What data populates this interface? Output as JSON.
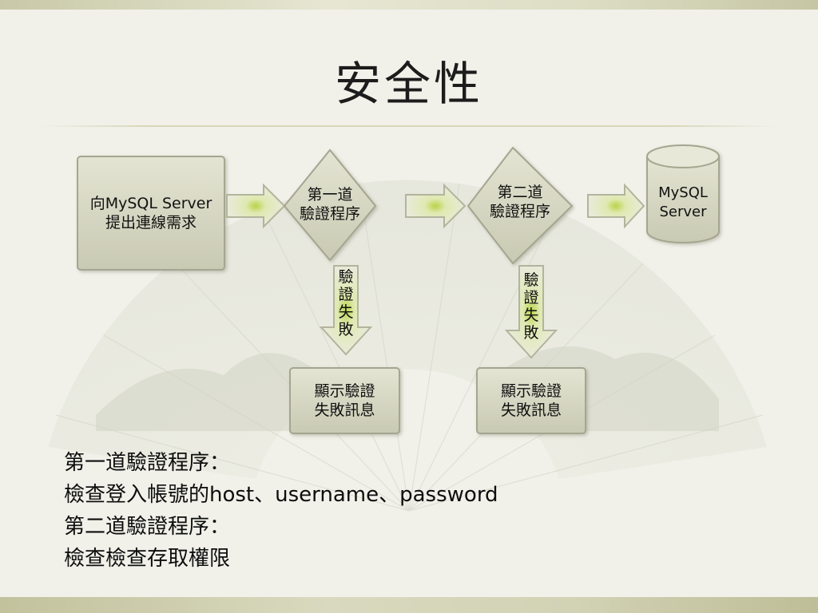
{
  "title": "安全性",
  "diagram": {
    "client_box": {
      "line1": "向MySQL Server",
      "line2": "提出連線需求"
    },
    "step1": {
      "line1": "第一道",
      "line2": "驗證程序"
    },
    "step2": {
      "line1": "第二道",
      "line2": "驗證程序"
    },
    "server": {
      "line1": "MySQL",
      "line2": "Server"
    },
    "fail_label_1": [
      "驗",
      "證",
      "失",
      "敗"
    ],
    "fail_label_2": [
      "驗",
      "證",
      "失",
      "敗"
    ],
    "fail_box_1": {
      "line1": "顯示驗證",
      "line2": "失敗訊息"
    },
    "fail_box_2": {
      "line1": "顯示驗證",
      "line2": "失敗訊息"
    }
  },
  "notes": [
    "第一道驗證程序：",
    "檢查登入帳號的host、username、password",
    "第二道驗證程序：",
    "檢查檢查存取權限"
  ],
  "colors": {
    "box_fill": "#d4d5bf",
    "box_stroke": "#9fa08a",
    "arrow_glow": "#c9df6a"
  }
}
